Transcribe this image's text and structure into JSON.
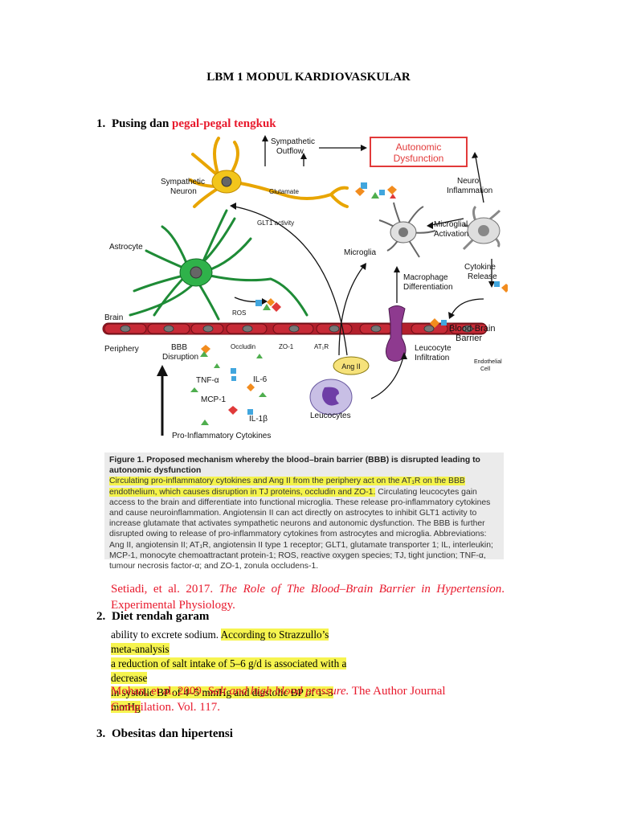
{
  "document": {
    "title": "LBM 1 MODUL KARDIOVASKULAR"
  },
  "sections": [
    {
      "number": "1.",
      "title_plain": "Pusing dan ",
      "title_red": "pegal-pegal tengkuk"
    },
    {
      "number": "2.",
      "title_plain": "Diet rendah garam"
    },
    {
      "number": "3.",
      "title_plain": "Obesitas dan hipertensi"
    }
  ],
  "figure": {
    "labels": {
      "sympathetic_outflow_1": "Sympathetic",
      "sympathetic_outflow_2": "Outflow",
      "autonomic_1": "Autonomic",
      "autonomic_2": "Dysfunction",
      "sympathetic_neuron_1": "Sympathetic",
      "sympathetic_neuron_2": "Neuron",
      "glutamate": "Glutamate",
      "neuro_inflammation_1": "Neuro",
      "neuro_inflammation_2": "Inflammation",
      "glt1": "GLT1 activity",
      "microglial_1": "Microglial",
      "microglial_2": "Activation",
      "astrocyte": "Astrocyte",
      "microglia": "Microglia",
      "cytokine_1": "Cytokine",
      "cytokine_2": "Release",
      "macrophage_1": "Macrophage",
      "macrophage_2": "Differentiation",
      "ros": "ROS",
      "brain": "Brain",
      "periphery": "Periphery",
      "bbb_barrier_1": "Blood-Brain",
      "bbb_barrier_2": "Barrier",
      "bbb_1": "BBB",
      "bbb_2": "Disruption",
      "occludin": "Occludin",
      "zo1": "ZO-1",
      "at1r": "AT₁R",
      "leucocyte_inf_1": "Leucocyte",
      "leucocyte_inf_2": "Infiltration",
      "endothelial_1": "Endothelial",
      "endothelial_2": "Cell",
      "ang2": "Ang II",
      "tnf": "TNF-α",
      "il6": "IL-6",
      "mcp1": "MCP-1",
      "il1b": "IL-1β",
      "leucocytes": "Leucocytes",
      "pro_inflam": "Pro-Inflammatory Cytokines"
    },
    "caption": {
      "head": "Figure 1. Proposed mechanism whereby the blood–brain barrier (BBB) is disrupted leading to autonomic dysfunction",
      "highlighted": "Circulating pro-inflammatory cytokines and Ang II from the periphery act on the AT₁R on the BBB endothelium, which causes disruption in TJ proteins, occludin and ZO-1.",
      "rest": " Circulating leucocytes gain access to the brain and differentiate into functional microglia. These release pro-inflammatory cytokines and cause neuroinflammation. Angiotensin II can act directly on astrocytes to inhibit GLT1 activity to increase glutamate that activates sympathetic neurons and autonomic dysfunction. The BBB is further disrupted owing to release of pro-inflammatory cytokines from astrocytes and microglia. Abbreviations: Ang II, angiotensin II; AT₁R, angiotensin II type 1 receptor; GLT1, glutamate transporter 1; IL, interleukin; MCP-1, monocyte chemoattractant protein-1; ROS, reactive oxygen species; TJ, tight junction; TNF-α, tumour necrosis factor-α; and ZO-1, zonula occludens-1."
    }
  },
  "citation1": {
    "authors": "Setiadi, et al. 2017. ",
    "title": "The Role of The Blood–Brain Barrier in Hypertension",
    "after": ". Experimental Physiology."
  },
  "excerpt": {
    "line1_plain": "ability to excrete sodium. ",
    "line1_hl": "According to Strazzullo’s meta-analysis",
    "line2_hl": "a reduction of salt intake of 5–6 g/d is associated with a decrease",
    "line3_hl": "in systolic BP of 4–5 mmHg and diastolic BP of 1–3 mmHg"
  },
  "citation2": {
    "authors": "Mohan, et al. 2009. ",
    "title": "Salt and high blood pressure.",
    "after": " The Author Journal Compilation. Vol. 117."
  },
  "colors": {
    "accent_red": "#e8192c",
    "highlight_yellow": "#f4f34a",
    "endothelium": "#b3202c",
    "astrocyte": "#2fb24a",
    "neuron": "#f2c51b"
  }
}
